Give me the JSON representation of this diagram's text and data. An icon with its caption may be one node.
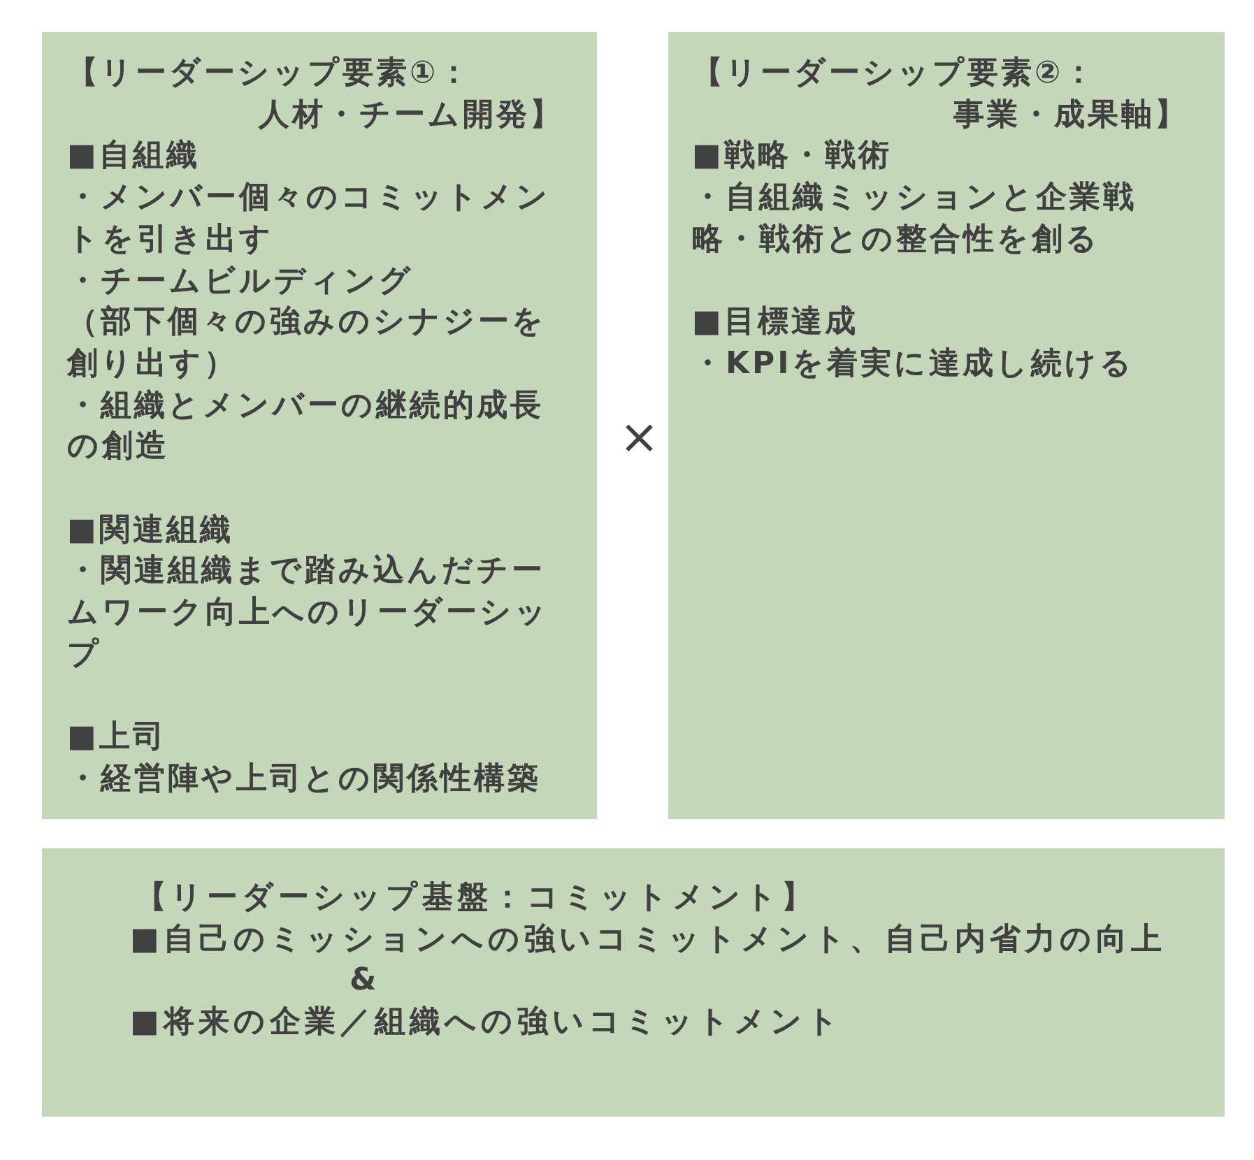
{
  "diagram": {
    "nodes": [
      {
        "text": [
          "【リーダーシップ要素①：人材・チーム開発】",
          "■自組織",
          "・メンバー個々のコミットメントを引き出す",
          "・チームビルディング",
          "（部下個々の強みのシナジーを創り出す）",
          "・組織とメンバーの継続的成長の創造",
          "■関連組織",
          "・関連組織まで踏み込んだチームワーク向上へのリーダーシップ",
          "■上司",
          "・経営陣や上司との関係性構築"
        ]
      },
      {
        "text": [
          "【リーダーシップ要素②：事業・成果軸】",
          "■戦略・戦術",
          "・自組織ミッションと企業戦略・戦術との整合性を創る",
          "■目標達成",
          "・KPIを着実に達成し続ける"
        ]
      },
      {
        "text": [
          "【リーダーシップ基盤：コミットメント】",
          "■自己のミッションへの強いコミットメント、自己内省力の向上",
          "&",
          "■将来の企業／組織への強いコミットメント"
        ]
      }
    ],
    "edges": [],
    "labels": [
      "×"
    ]
  }
}
